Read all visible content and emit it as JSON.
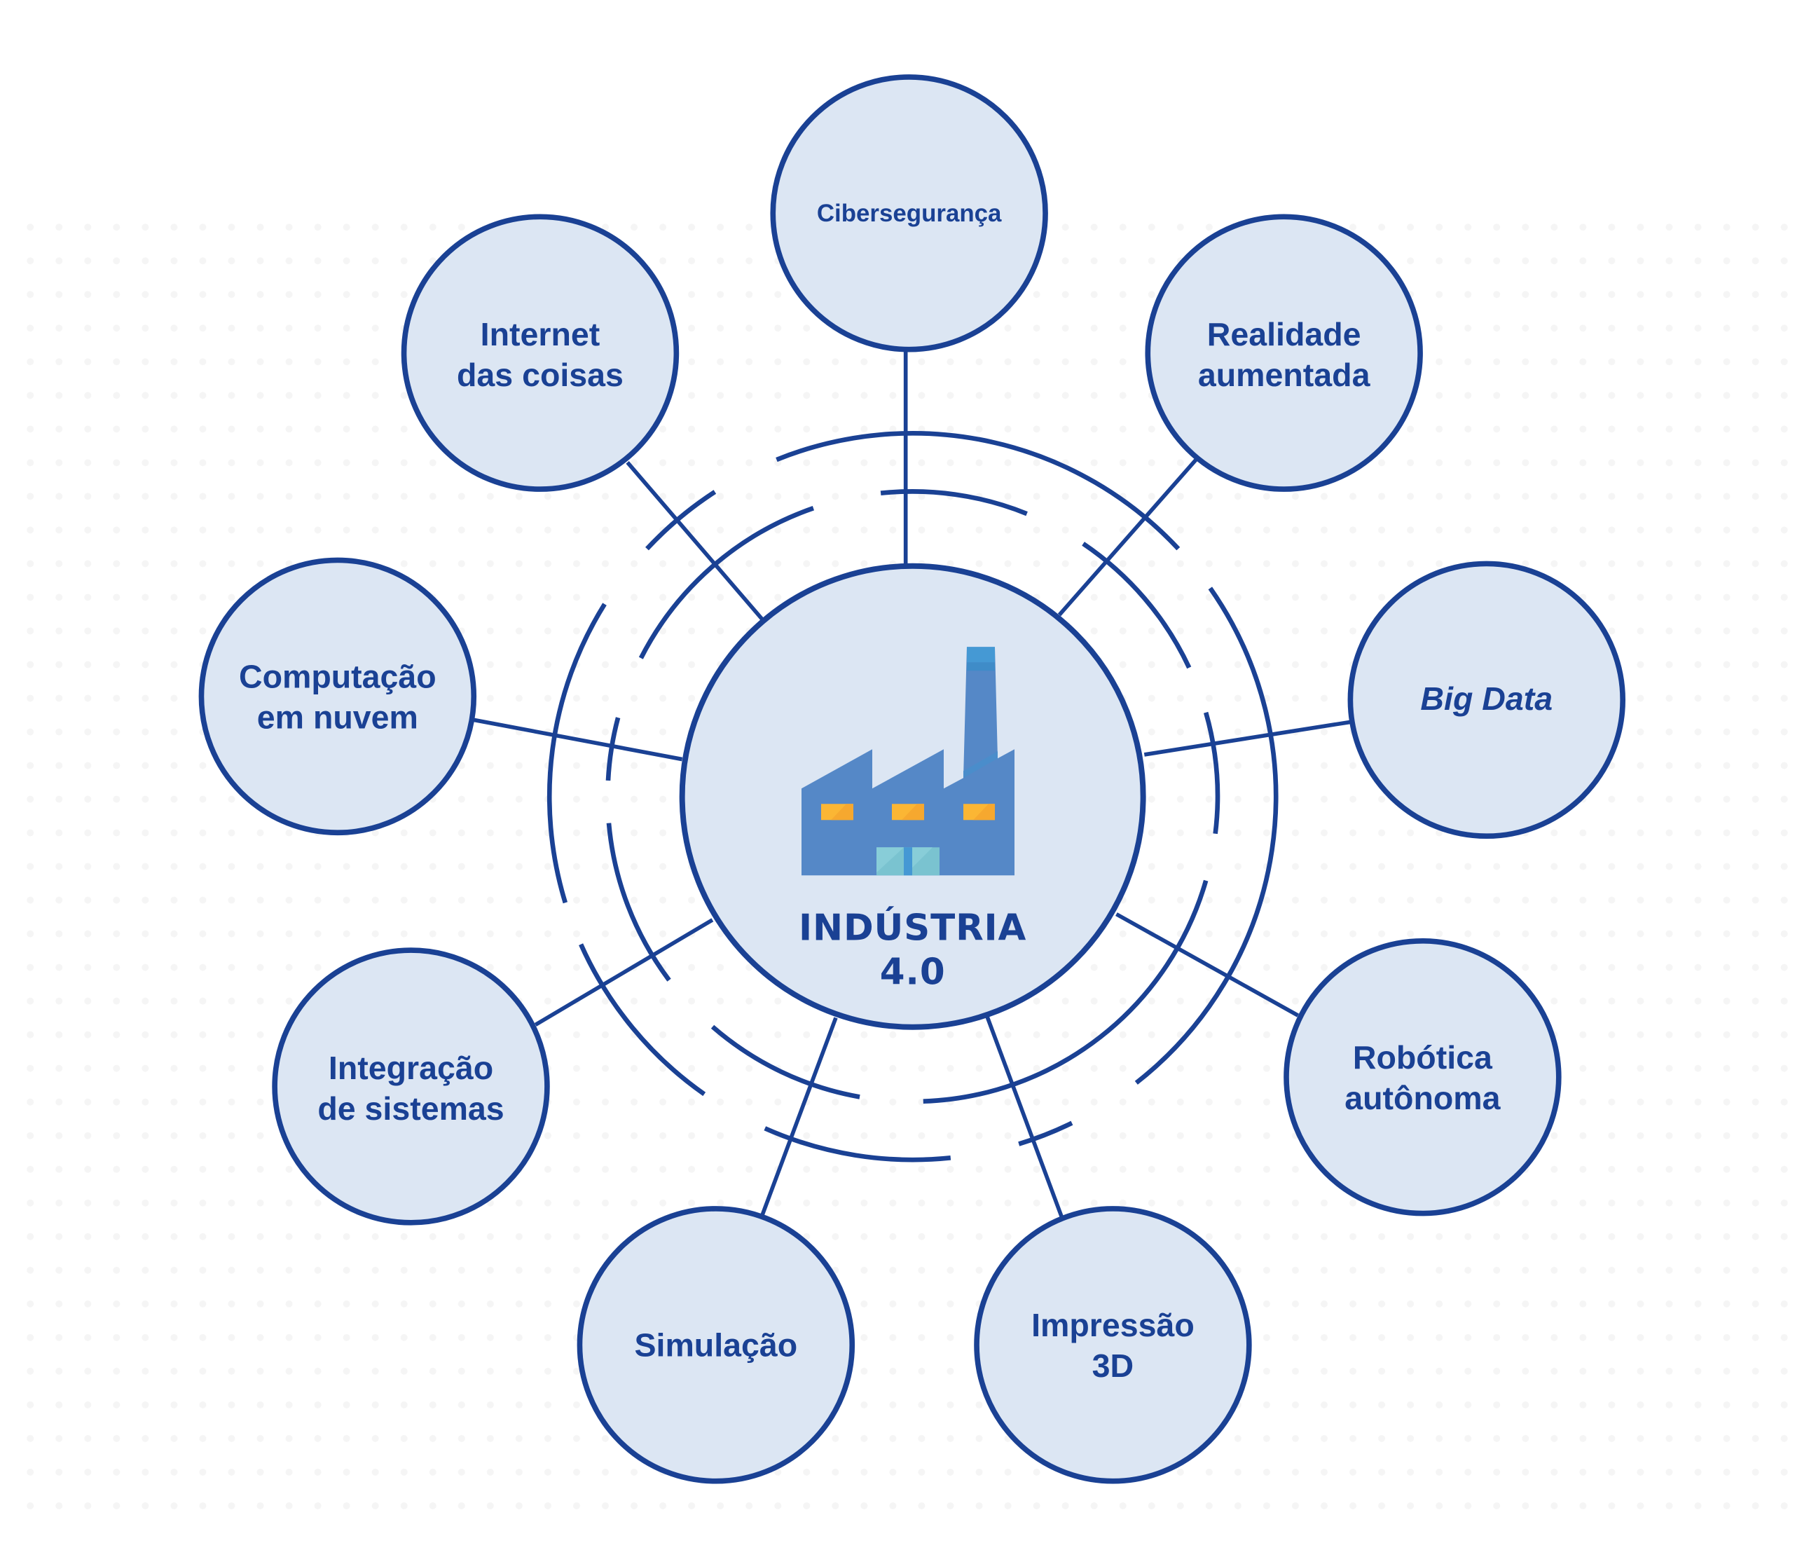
{
  "diagram": {
    "hub": {
      "title_line1": "INDÚSTRIA",
      "title_line2": "4.0",
      "icon": "factory-icon"
    },
    "nodes": [
      {
        "id": "ciberseguranca",
        "lines": [
          "Cibersegurança"
        ]
      },
      {
        "id": "realidade-aumentada",
        "lines": [
          "Realidade",
          "aumentada"
        ]
      },
      {
        "id": "big-data",
        "lines": [
          "Big Data"
        ]
      },
      {
        "id": "robotica-autonoma",
        "lines": [
          "Robótica",
          "autônoma"
        ]
      },
      {
        "id": "impressao-3d",
        "lines": [
          "Impressão",
          "3D"
        ]
      },
      {
        "id": "simulacao",
        "lines": [
          "Simulação"
        ]
      },
      {
        "id": "integracao-de-sistemas",
        "lines": [
          "Integração",
          "de sistemas"
        ]
      },
      {
        "id": "computacao-em-nuvem",
        "lines": [
          "Computação",
          "em nuvem"
        ]
      },
      {
        "id": "internet-das-coisas",
        "lines": [
          "Internet",
          "das coisas"
        ]
      }
    ],
    "colors": {
      "stroke": "#1a4194",
      "node_fill": "#dce6f3",
      "factory_body": "#5588c7",
      "factory_window": "#fbb634",
      "factory_door": "#7ac3d0",
      "chimney_top": "#4599d4",
      "background_dots": "#f6f6f6"
    }
  }
}
